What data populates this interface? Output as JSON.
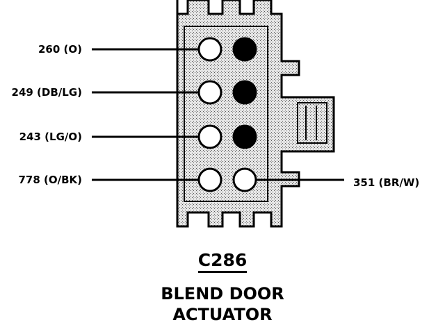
{
  "connector": {
    "id": "C286",
    "name_line1": "BLEND DOOR",
    "name_line2": "ACTUATOR"
  },
  "pins": [
    {
      "label": "260 (O)",
      "side": "left",
      "state": "open"
    },
    {
      "label": "249 (DB/LG)",
      "side": "left",
      "state": "open"
    },
    {
      "label": "243 (LG/O)",
      "side": "left",
      "state": "open"
    },
    {
      "label": "778 (O/BK)",
      "side": "left",
      "state": "open"
    },
    {
      "label": "351 (BR/W)",
      "side": "right",
      "state": "open"
    }
  ],
  "colors": {
    "ink": "#000000",
    "housing": "#d8d8d8",
    "pin_open": "#ffffff",
    "pin_filled": "#000000"
  }
}
